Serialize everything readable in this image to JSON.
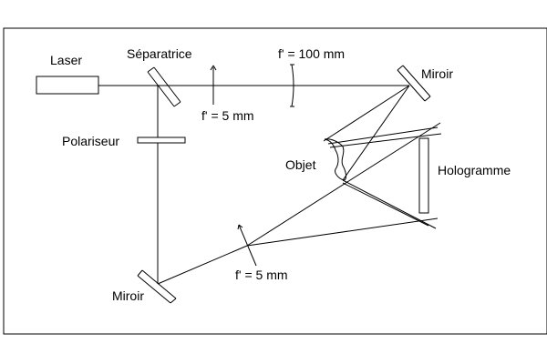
{
  "labels": {
    "laser": "Laser",
    "separatrice": "Séparatrice",
    "lens_100": "f' = 100 mm",
    "miroir_top": "Miroir",
    "lens_5_top": "f' = 5 mm",
    "polariseur": "Polariseur",
    "objet": "Objet",
    "hologramme": "Hologramme",
    "lens_5_bottom": "f' = 5 mm",
    "miroir_bottom": "Miroir"
  }
}
